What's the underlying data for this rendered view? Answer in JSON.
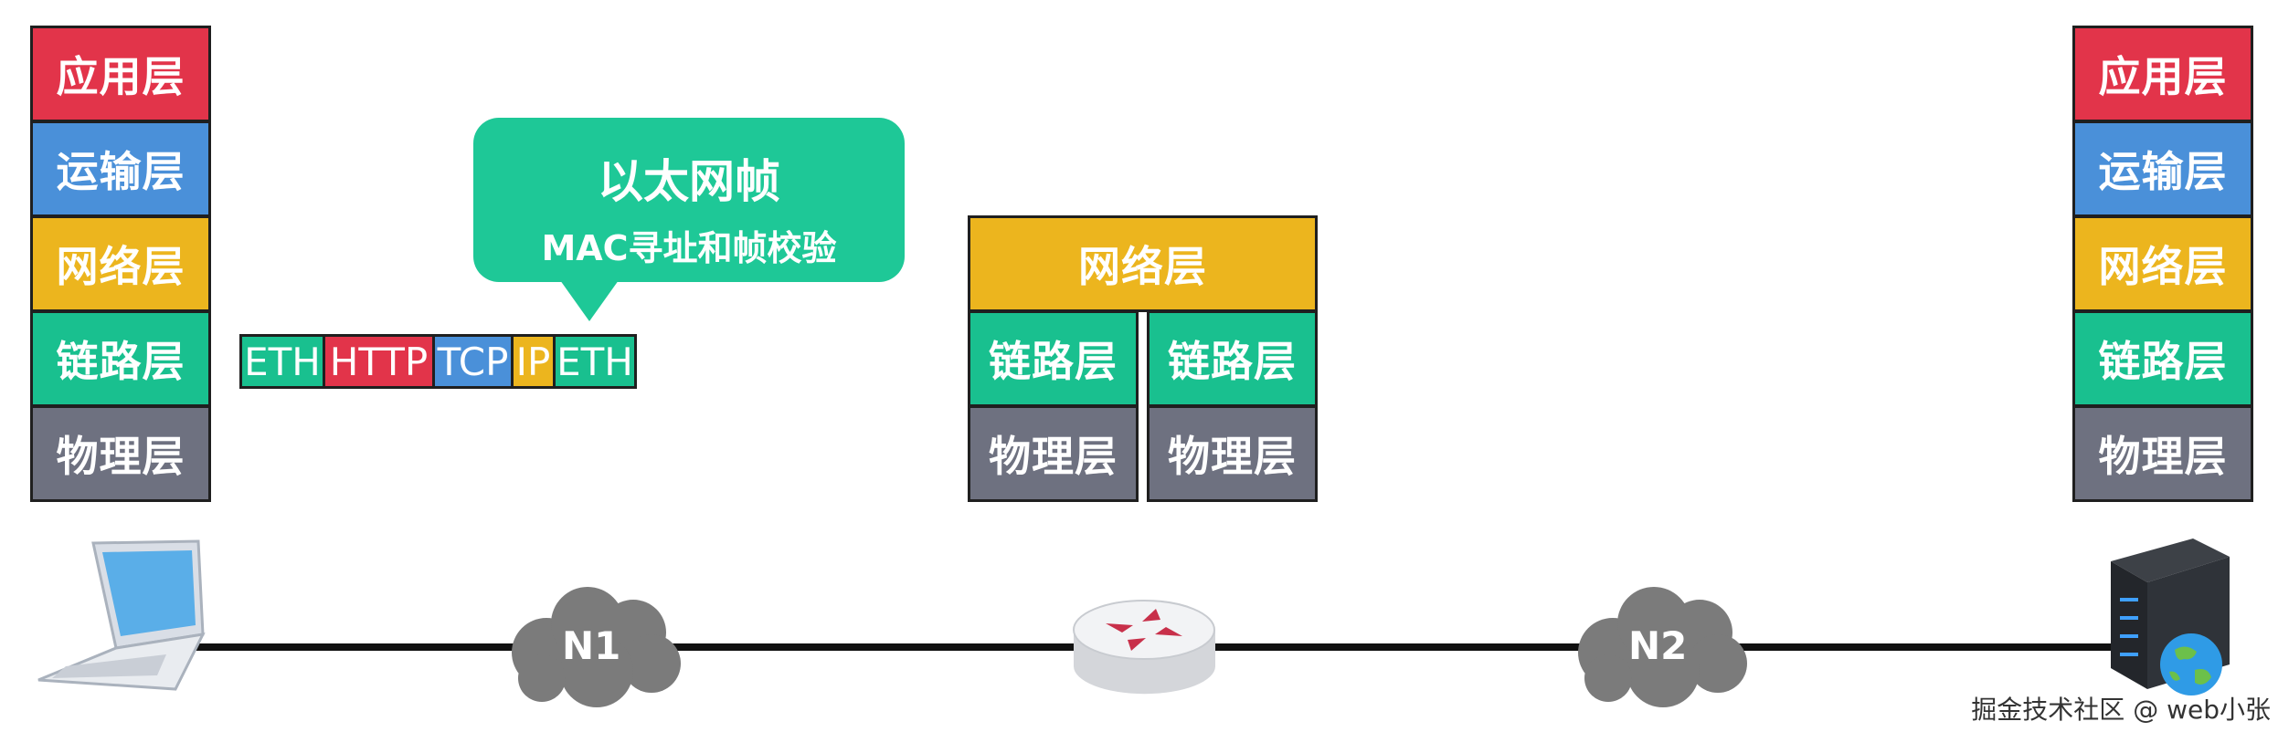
{
  "left_stack": [
    "应用层",
    "运输层",
    "网络层",
    "链路层",
    "物理层"
  ],
  "right_stack": [
    "应用层",
    "运输层",
    "网络层",
    "链路层",
    "物理层"
  ],
  "router_stack": {
    "network": "网络层",
    "link_left": "链路层",
    "link_right": "链路层",
    "phys_left": "物理层",
    "phys_right": "物理层"
  },
  "frame": [
    "ETH",
    "HTTP",
    "TCP",
    "IP",
    "ETH"
  ],
  "bubble": {
    "title": "以太网帧",
    "subtitle": "MAC寻址和帧校验"
  },
  "clouds": [
    "N1",
    "N2"
  ],
  "watermark": "掘金技术社区 @ web小张",
  "colors": {
    "application": "#e2344a",
    "transport": "#4a90d9",
    "network": "#ecb51e",
    "link": "#19c08f",
    "physical": "#6e7180",
    "bubble": "#1ec897"
  },
  "icons": [
    "laptop-icon",
    "cloud-icon",
    "router-icon",
    "server-icon",
    "globe-icon"
  ]
}
